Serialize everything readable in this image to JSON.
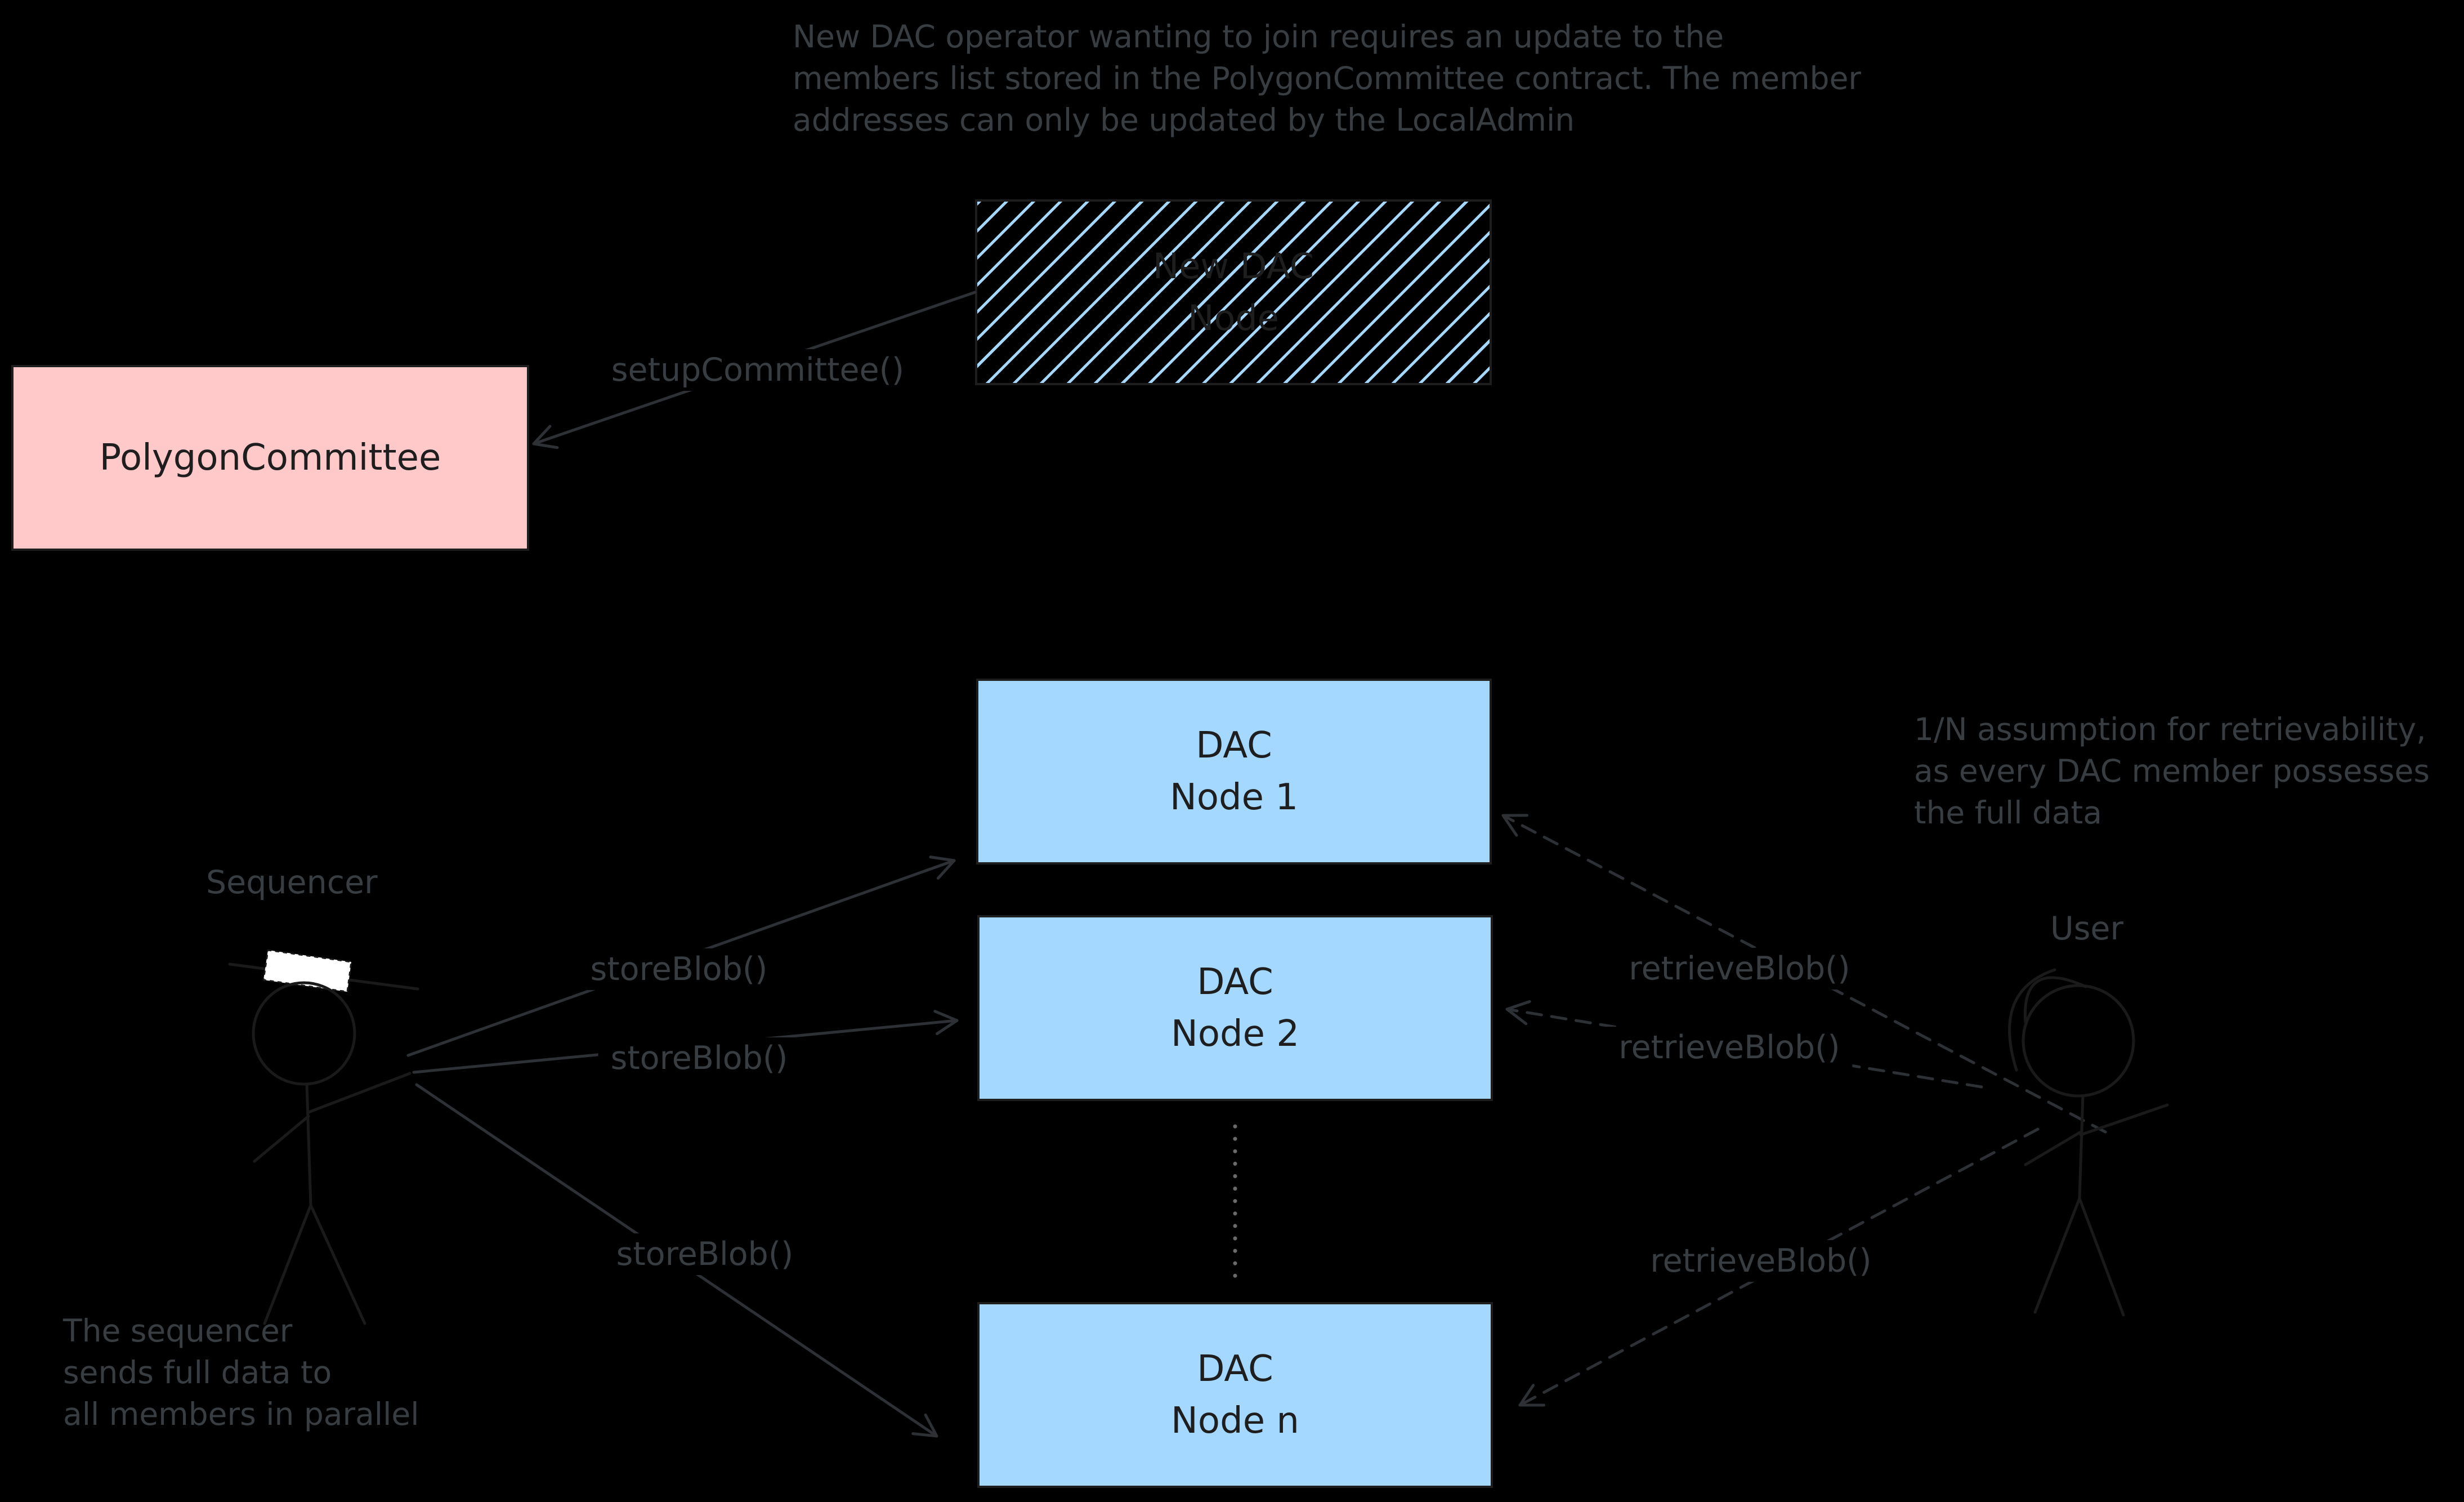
{
  "colors": {
    "background": "#000000",
    "node_border": "#1e1e1e",
    "node_text": "#1e1e1e",
    "pink_fill": "#ffc9c9",
    "blue_fill": "#a5d8ff",
    "annotation_text": "#383d42",
    "arrow_stroke": "#2d3135",
    "dots_stroke": "#6a6a6a",
    "figure_stroke": "#1a1a1a",
    "hat_fill": "#ffffff"
  },
  "notes": {
    "top": {
      "lines": [
        "New DAC operator wanting to join requires an update to the",
        "members list stored in the PolygonCommittee contract. The member",
        "addresses can only be updated by the LocalAdmin"
      ]
    },
    "retrievability": {
      "lines": [
        "1/N assumption for retrievability,",
        "as every DAC member possesses",
        "the full data"
      ]
    },
    "sequencer": {
      "lines": [
        "The sequencer",
        "sends full data to",
        "all members in parallel"
      ]
    }
  },
  "actors": {
    "sequencer": "Sequencer",
    "user": "User"
  },
  "nodes": {
    "new_dac": {
      "lines": [
        "New DAC",
        "Node"
      ]
    },
    "polygon_committee": {
      "label": "PolygonCommittee"
    },
    "dac_node_1": {
      "lines": [
        "DAC",
        "Node 1"
      ]
    },
    "dac_node_2": {
      "lines": [
        "DAC",
        "Node 2"
      ]
    },
    "dac_node_n": {
      "lines": [
        "DAC",
        "Node n"
      ]
    }
  },
  "edges": {
    "setup_committee": "setupCommittee()",
    "store_blob_1": "storeBlob()",
    "store_blob_2": "storeBlob()",
    "store_blob_3": "storeBlob()",
    "retrieve_blob_1": "retrieveBlob()",
    "retrieve_blob_2": "retrieveBlob()",
    "retrieve_blob_3": "retrieveBlob()"
  }
}
